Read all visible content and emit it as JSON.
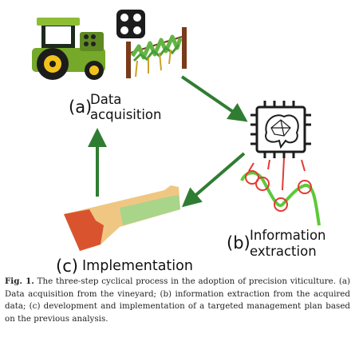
{
  "labels": {
    "a_marker": "(a)",
    "a_line1": "Data",
    "a_line2": "acquisition",
    "b_marker": "(b)",
    "b_line1": "Information",
    "b_line2": "extraction",
    "c_marker": "(c)",
    "c_text": "Implementation"
  },
  "caption": {
    "prefix": "Fig. 1.",
    "text": "The three-step cyclical process in the adoption of precision viticulture. (a) Data acquisition from the vineyard; (b) information extraction from the acquired data; (c) development and implementation of a targeted management plan based on the previous analysis."
  },
  "colors": {
    "arrow": "#2f7d32",
    "tractor_body": "#76a829",
    "tractor_cab": "#5f8a22",
    "post": "#7a3b1a",
    "vine": "#62b544",
    "curve": "#5cc93a",
    "highlight": "#e53935",
    "map_tan": "#efc783",
    "map_green": "#a8d58a",
    "map_red": "#d9542e"
  },
  "icons": [
    "tractor-icon",
    "drone-icon",
    "vineyard-row-icon",
    "ai-chip-icon",
    "data-curve-icon",
    "field-map-icon"
  ]
}
